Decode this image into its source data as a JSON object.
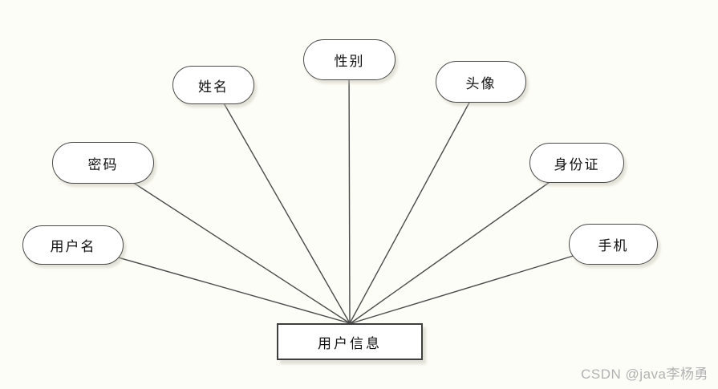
{
  "diagram": {
    "type": "er-attribute-diagram",
    "entity": {
      "label": "用户信息"
    },
    "attributes": [
      {
        "id": "username",
        "label": "用户名"
      },
      {
        "id": "password",
        "label": "密码"
      },
      {
        "id": "name",
        "label": "姓名"
      },
      {
        "id": "gender",
        "label": "性别"
      },
      {
        "id": "avatar",
        "label": "头像"
      },
      {
        "id": "idcard",
        "label": "身份证"
      },
      {
        "id": "phone",
        "label": "手机"
      }
    ],
    "colors": {
      "background": "#fdfdf7",
      "node_fill": "#ffffff",
      "stroke": "#4a4a4a",
      "text": "#111111",
      "watermark": "#b2b2b2"
    }
  },
  "watermark": {
    "text": "CSDN @java李杨勇"
  }
}
